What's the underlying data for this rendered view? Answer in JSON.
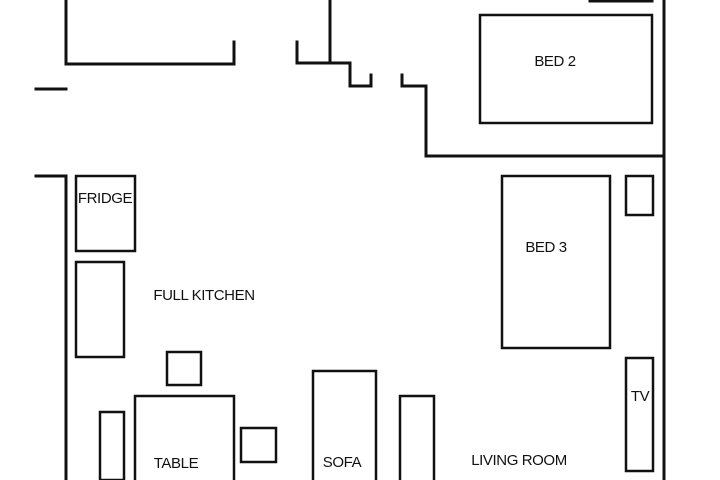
{
  "labels": {
    "bed2": "BED 2",
    "bed3": "BED 3",
    "fridge": "FRIDGE",
    "kitchen": "FULL KITCHEN",
    "table": "TABLE",
    "sofa": "SOFA",
    "living": "LIVING ROOM",
    "tv": "TV"
  },
  "colors": {
    "line": "#111111",
    "background": "#ffffff"
  }
}
